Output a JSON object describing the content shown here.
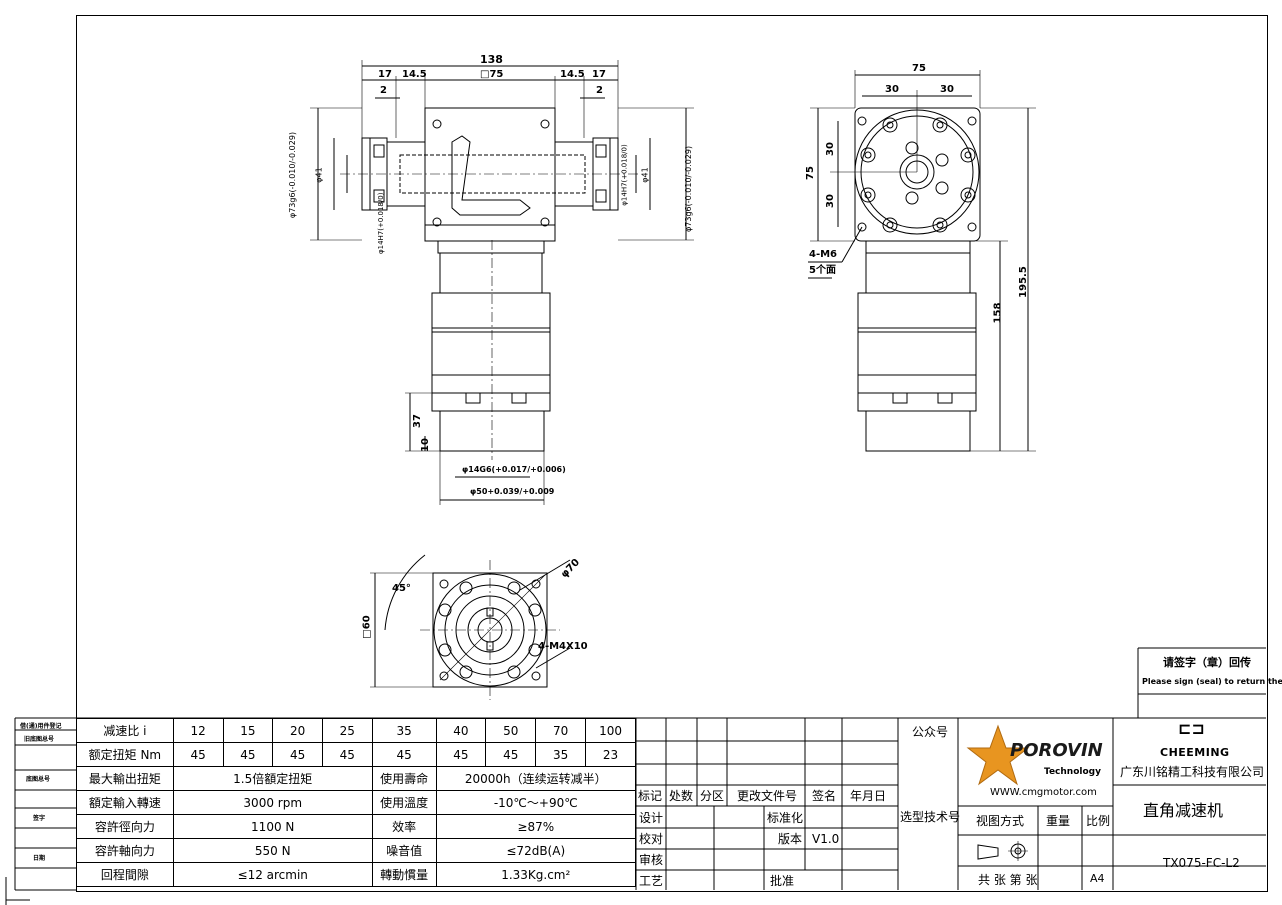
{
  "drawing": {
    "dims_front": {
      "total_width": "138",
      "left_17": "17",
      "left_14_5": "14.5",
      "center_sq": "□75",
      "right_14_5": "14.5",
      "right_17": "17",
      "left_2": "2",
      "right_2": "2",
      "left_dia_73": "φ73g6(-0.010/-0.029)",
      "left_dia_41": "φ41",
      "left_dia_14": "φ14H7(+0.018/0)",
      "right_dia_14": "φ14H7(+0.018/0)",
      "right_dia_41": "φ41",
      "right_dia_73": "φ73g6(-0.010/-0.029)",
      "shaft_37": "37",
      "shaft_10": "10",
      "shaft_dia_14": "φ14G6(+0.017/+0.006)",
      "shaft_dia_50": "φ50+0.039/+0.009"
    },
    "dims_side": {
      "width_75": "75",
      "left_30": "30",
      "right_30": "30",
      "v30_top": "30",
      "v75": "75",
      "v30_bot": "30",
      "thread": "4-M6",
      "faces": "5个面",
      "height_195": "195.5",
      "height_158": "158"
    },
    "dims_bottom": {
      "angle": "45°",
      "dia_70": "φ70",
      "sq_60": "□60",
      "thread": "4-M4X10"
    }
  },
  "seal_box": {
    "title": "请签字（章）回传",
    "subtitle": "Please sign (seal) to return the call"
  },
  "left_stamps": [
    "借(通)用件登记",
    "旧底图总号",
    "底图总号",
    "签字",
    "日期"
  ],
  "spec": {
    "ratio_label": "减速比 i",
    "ratios": [
      "12",
      "15",
      "20",
      "25",
      "35",
      "40",
      "50",
      "70",
      "100"
    ],
    "torque_label": "额定扭矩 Nm",
    "torques": [
      "45",
      "45",
      "45",
      "45",
      "45",
      "45",
      "45",
      "35",
      "23"
    ],
    "rows": [
      {
        "l1": "最大輸出扭矩",
        "v1": "1.5倍額定扭矩",
        "l2": "使用壽命",
        "v2": "20000h（连续运转减半）"
      },
      {
        "l1": "額定輸入轉速",
        "v1": "3000 rpm",
        "l2": "使用溫度",
        "v2": "-10℃～+90℃"
      },
      {
        "l1": "容許徑向力",
        "v1": "1100 N",
        "l2": "效率",
        "v2": "≥87%"
      },
      {
        "l1": "容許軸向力",
        "v1": "550 N",
        "l2": "噪音值",
        "v2": "≤72dB(A)"
      },
      {
        "l1": "回程間隙",
        "v1": "≤12 arcmin",
        "l2": "轉動慣量",
        "v2": "1.33Kg.cm²"
      }
    ]
  },
  "title_block": {
    "rev_headers": [
      "标记",
      "处数",
      "分区",
      "更改文件号",
      "签名",
      "年月日"
    ],
    "design": "设计",
    "standard": "标准化",
    "check": "校对",
    "version_label": "版本",
    "version": "V1.0",
    "review": "审核",
    "process": "工艺",
    "approve": "批准",
    "wechat": "公众号",
    "select_tech": "选型技术号",
    "view_method": "视图方式",
    "weight": "重量",
    "scale": "比例",
    "sheets": "共 张 第 张",
    "paper": "A4",
    "brand": "POROVIN",
    "brand_sub": "Technology",
    "website": "WWW.cmgmotor.com",
    "company_logo": "CHEEMING",
    "company": "广东川铭精工科技有限公司",
    "product": "直角减速机",
    "model": "TX075-FC-L2"
  }
}
